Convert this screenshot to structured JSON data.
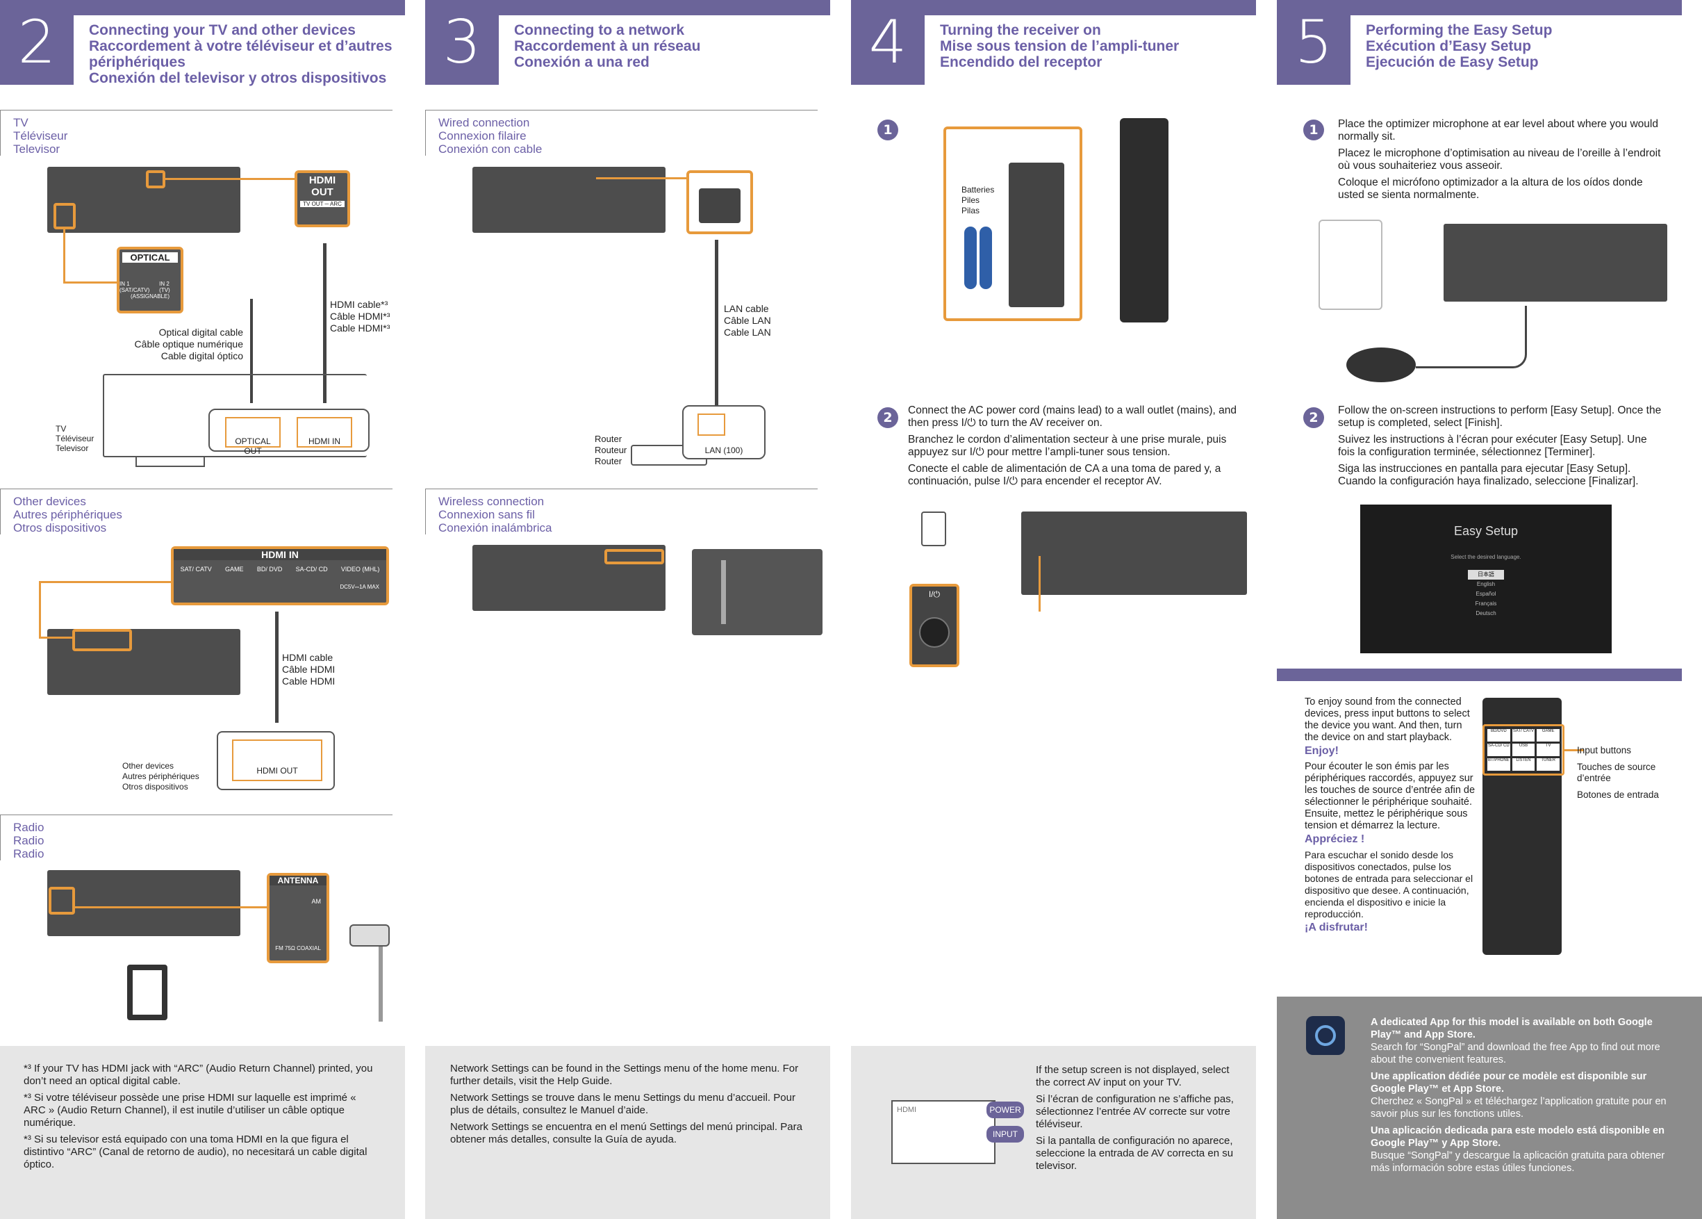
{
  "col2": {
    "num": "2",
    "title": [
      "Connecting your TV and other devices",
      "Raccordement à votre téléviseur et d’autres",
      "périphériques",
      "Conexión del televisor y otros dispositivos"
    ],
    "sec_tv": [
      "TV",
      "Téléviseur",
      "Televisor"
    ],
    "hdmi_out": "HDMI OUT",
    "tv_out_arc": "TV OUT ─ ARC",
    "optical": "OPTICAL",
    "opt_in1": "IN 1 (SAT/CATV)",
    "opt_in2": "IN 2 (TV)",
    "opt_assignable": "(ASSIGNABLE)",
    "optical_cable": [
      "Optical digital cable",
      "Câble optique numérique",
      "Cable digital óptico"
    ],
    "hdmi_cable3": [
      "HDMI cable*³",
      "Câble HDMI*³",
      "Cable HDMI*³"
    ],
    "tv_label": [
      "TV",
      "Téléviseur",
      "Televisor"
    ],
    "optical_out": "OPTICAL OUT",
    "hdmi_in": "HDMI IN",
    "sec_other": [
      "Other devices",
      "Autres périphériques",
      "Otros dispositivos"
    ],
    "hdmi_in_title": "HDMI IN",
    "hdmi_ports": [
      "SAT/ CATV",
      "GAME",
      "BD/ DVD",
      "SA-CD/ CD",
      "VIDEO (MHL)"
    ],
    "hdmi_in_note": "DC5V⎓1A MAX",
    "hdmi_cable": [
      "HDMI cable",
      "Câble HDMI",
      "Cable HDMI"
    ],
    "other_label": [
      "Other devices",
      "Autres périphériques",
      "Otros dispositivos"
    ],
    "hdmi_out_dev": "HDMI OUT",
    "sec_radio": [
      "Radio",
      "Radio",
      "Radio"
    ],
    "antenna": "ANTENNA",
    "am": "AM",
    "fm": "FM 75Ω COAXIAL",
    "footnotes": [
      "*³ If your TV has HDMI jack with “ARC” (Audio Return Channel) printed, you don’t need an optical digital cable.",
      "*³ Si votre téléviseur possède une prise HDMI sur laquelle est imprimé « ARC » (Audio Return Channel), il est inutile d’utiliser un câble optique numérique.",
      "*³ Si su televisor está equipado con una toma HDMI en la que figura el distintivo “ARC” (Canal de retorno de audio), no necesitará un cable digital óptico."
    ]
  },
  "col3": {
    "num": "3",
    "title": [
      "Connecting to a network",
      "Raccordement à un réseau",
      "Conexión a una red"
    ],
    "sec_wired": [
      "Wired connection",
      "Connexion filaire",
      "Conexión con cable"
    ],
    "lan_cable": [
      "LAN cable",
      "Câble LAN",
      "Cable LAN"
    ],
    "router": [
      "Router",
      "Routeur",
      "Router"
    ],
    "lan100": "LAN (100)",
    "sec_wireless": [
      "Wireless connection",
      "Connexion sans fil",
      "Conexión inalámbrica"
    ],
    "note": [
      "Network Settings can be found in the Settings menu of the home menu. For further details, visit the Help Guide.",
      "Network Settings se trouve dans le menu Settings du menu d’accueil. Pour plus de détails, consultez le Manuel d’aide.",
      "Network Settings se encuentra en el menú Settings del menú principal. Para obtener más detalles, consulte la Guía de ayuda."
    ]
  },
  "col4": {
    "num": "4",
    "title": [
      "Turning the receiver on",
      "Mise sous tension de l’ampli-tuner",
      "Encendido del receptor"
    ],
    "step1": "1",
    "batteries": [
      "Batteries",
      "Piles",
      "Pilas"
    ],
    "step2": "2",
    "step2_text": [
      "Connect the AC power cord (mains lead) to a wall outlet (mains), and then press I/⏻ to turn the AV receiver on.",
      "Branchez le cordon d’alimentation secteur à une prise murale, puis appuyez sur I/⏻ pour mettre l’ampli-tuner sous tension.",
      "Conecte el cable de alimentación de CA a una toma de pared y, a continuación, pulse I/⏻ para encender el receptor AV."
    ],
    "power_btn": "I/⏻",
    "tv_hdmi": "HDMI",
    "power": "POWER",
    "input": "INPUT",
    "note": [
      "If the setup screen is not displayed, select the correct AV input on your TV.",
      "Si l’écran de configuration ne s’affiche pas, sélectionnez l’entrée AV correcte sur votre téléviseur.",
      "Si la pantalla de configuración no aparece, seleccione la entrada de AV correcta en su televisor."
    ]
  },
  "col5": {
    "num": "5",
    "title": [
      "Performing the Easy Setup",
      "Exécution d’Easy Setup",
      "Ejecución de Easy Setup"
    ],
    "step1": "1",
    "step1_text": [
      "Place the optimizer microphone at ear level about where you would normally sit.",
      "Placez le microphone d’optimisation au niveau de l’oreille à l’endroit où vous souhaiteriez vous asseoir.",
      "Coloque el micrófono optimizador a la altura de los oídos donde usted se sienta normalmente."
    ],
    "step2": "2",
    "step2_text": [
      "Follow the on-screen instructions to perform [Easy Setup]. Once the setup is completed, select [Finish].",
      "Suivez les instructions à l’écran pour exécuter [Easy Setup]. Une fois la configuration terminée, sélectionnez [Terminer].",
      "Siga las instrucciones en pantalla para ejecutar [Easy Setup]. Cuando la configuración haya finalizado, seleccione [Finalizar]."
    ],
    "screen_title": "Easy Setup",
    "screen_prompt": "Select the desired language.",
    "languages": [
      "日本語",
      "English",
      "Español",
      "Français",
      "Deutsch"
    ],
    "enjoy_en": "To enjoy sound from the connected devices, press input buttons to select the device you want. And then, turn the device on and start playback.",
    "enjoy1": "Enjoy!",
    "enjoy_fr": "Pour écouter le son émis par les périphériques raccordés, appuyez sur les touches de source d’entrée afin de sélectionner le périphérique souhaité. Ensuite, mettez le périphérique sous tension et démarrez la lecture.",
    "enjoy2": "Appréciez !",
    "enjoy_es": "Para escuchar el sonido desde los dispositivos conectados, pulse los botones de entrada para seleccionar el dispositivo que desee. A continuación, encienda el dispositivo e inicie la reproducción.",
    "enjoy3": "¡A disfrutar!",
    "input_buttons": [
      "Input buttons",
      "Touches de source d’entrée",
      "Botones de entrada"
    ],
    "remote_keys": [
      "BD/DVD",
      "SAT/ CATV",
      "GAME",
      "SA-CD/ CD",
      "USB",
      "TV",
      "BT/PHONE",
      "LISTEN",
      "TUNER"
    ],
    "app": [
      {
        "h": "A dedicated App for this model is available on both Google Play™ and App Store.",
        "b": "Search for “SongPal” and download the free App to find out more about the convenient features."
      },
      {
        "h": "Une application dédiée pour ce modèle est disponible sur Google Play™ et App Store.",
        "b": "Cherchez « SongPal » et téléchargez l’application gratuite pour en savoir plus sur les fonctions utiles."
      },
      {
        "h": "Una aplicación dedicada para este modelo está disponible en Google Play™ y App Store.",
        "b": "Busque “SongPal” y descargue la aplicación gratuita para obtener más información sobre estas útiles funciones."
      }
    ]
  },
  "colors": {
    "accent": "#6b6499",
    "orange": "#e79a3c",
    "panel": "#e6e6e6"
  }
}
